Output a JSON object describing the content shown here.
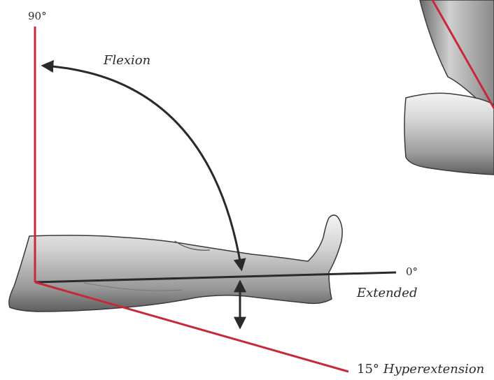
{
  "labels": {
    "top_angle": "90°",
    "flexion": "Flexion",
    "zero_angle": "0°",
    "extended": "Extended",
    "hyperextension_angle": "15°",
    "hyperextension": "Hyperextension"
  },
  "colors": {
    "angle_line": "#c8283a",
    "axis_line": "#2a2a2a",
    "arrow": "#2a2a2a",
    "skin_light": "#e6e6e6",
    "skin_dark": "#7a7a7a",
    "outline": "#3a3a3a"
  }
}
